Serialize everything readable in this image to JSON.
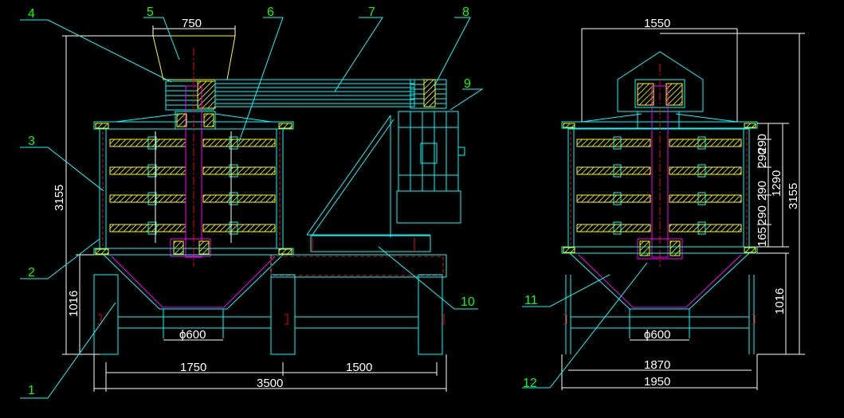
{
  "drawing": {
    "colors": {
      "background": "#000000",
      "outline": "#00ffff",
      "hatch": "#ffff00",
      "shaft": "#ff00ff",
      "red": "#ff0000",
      "blue": "#5050ff",
      "leader": "#00ffff",
      "dimension": "#ffffff",
      "label": "#00ff00"
    },
    "part_labels": [
      "1",
      "2",
      "3",
      "4",
      "5",
      "6",
      "7",
      "8",
      "9",
      "10",
      "11",
      "12"
    ],
    "front_view": {
      "dimensions": {
        "hopper_width": "750",
        "total_height": "3155",
        "base_height": "1016",
        "outlet_diameter": "ϕ600",
        "span_left": "1750",
        "span_right": "1500",
        "total_length": "3500"
      }
    },
    "side_view": {
      "dimensions": {
        "top_width": "1550",
        "total_height": "3155",
        "base_height": "1016",
        "tier_1": "290",
        "tier_2": "290",
        "tier_3": "290",
        "tier_4": "290",
        "tier_bottom": "165",
        "cage_height": "1290",
        "outlet_diameter": "ϕ600",
        "leg_span": "1870",
        "total_width": "1950"
      }
    }
  }
}
